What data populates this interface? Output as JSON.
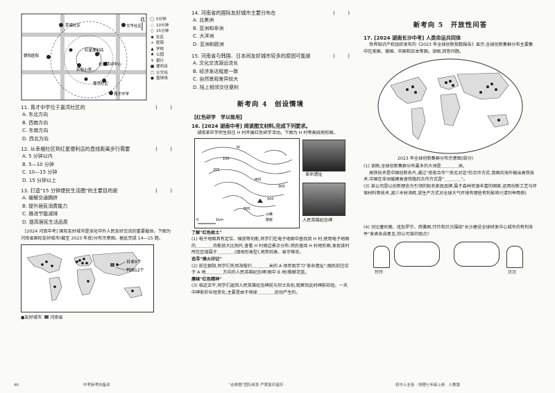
{
  "map1": {
    "labels": [
      "北",
      "朝阳医院",
      "红星便利店",
      "文华社区",
      "幸福社区",
      "实验小学",
      "社区活动中心",
      "嘉湾社区",
      "育才中学"
    ],
    "legend": [
      "5分钟",
      "10分钟",
      "15分钟",
      "社区",
      "医院",
      "学校",
      "公园",
      "银行",
      "便利店",
      "公交站",
      "篮球场"
    ]
  },
  "q11": {
    "stem": "11. 育才中学位于嘉湾社区的",
    "paren": "(        )",
    "options": [
      "A. 东北方向",
      "B. 西南方向",
      "C. 东南方向",
      "D. 西北方向"
    ]
  },
  "q12": {
    "stem": "12. 从幸福社区到红星便利店的直线距离步行需要",
    "paren": "(        )",
    "options": [
      "A. 5 分钟以内",
      "B. 5—10 分钟",
      "C. 10—15 分钟",
      "D. 15 分钟以上"
    ]
  },
  "q13": {
    "stem": "13. 打造\"15 分钟便民生活圈\"的主要目的是",
    "paren": "(        )",
    "options": [
      "A. 缓解交通拥挤",
      "B. 提升居民消费能力",
      "C. 推进节能减排",
      "D. 提高居民生活品质"
    ]
  },
  "intro14": "[2024 河南中考] 国际友好城市是深化中外人民友好交流的重要载体。下图为河南省国际友好城市(截至 2023 年底)分布示意图。据此完成 14—15 题。",
  "map2": {
    "japan": "日本9个",
    "korea": "韩国12个",
    "legend_city": "友好城市",
    "legend_prov": "河南省"
  },
  "q14": {
    "stem": "14. 河南省的国际友好城市主要分布在",
    "paren": "(        )",
    "options": [
      "A. 北美洲",
      "B. 亚洲和非洲",
      "C. 大洋洲",
      "D. 亚洲和欧洲"
    ]
  },
  "q15": {
    "stem": "15. 河南省与韩国、日本间友好城市较多的原因可能是",
    "paren": "(        )",
    "options": [
      "A. 文化交流源远流长",
      "B. 经济发达程度一致",
      "C. 自然景观差异较大",
      "D. 陆上相邻交往便利"
    ]
  },
  "sec4": {
    "title": "新考向 4　创设情境",
    "tag": "【红色研学　学以致用】"
  },
  "q16": {
    "stem": "16. [2024 湖南中考] 阅读图文材料,完成下列要求。",
    "material": "湖南某中学师生前往 H 村开展红色研学活动。下图为 H 村等高线地形图。",
    "map_labels": [
      "H",
      "山峰",
      "陡崖",
      "人民英雄纪念碑",
      "革命遗址",
      "300",
      "500",
      "200",
      "600",
      "400",
      "100",
      "0",
      "1km"
    ],
    "p1_title": "了解\"红色故土\"",
    "p1": "(1) 电子地图具有定位、缩放等功能,同学们在电子地图中查找到 H 村,使用电子地图的＿＿＿＿功能放大比例尺,查看 H 村周边景点分布;然后查阅 H 村地形图,发现该村所在区域属于＿＿＿＿(填地形类型),地势较高、易守难攻。",
    "p2_title": "追寻\"烽火印记\"",
    "p2": "(2) 前往朝阳,同学们先到海拔约＿＿＿＿米的 A 地参观学习\"革命遗址\";随后前往位于 A 地＿＿＿＿方向的人民英雄纪念碑(图中 B 地)敬献花篮。",
    "p3_title": "赓续\"红色精神\"",
    "p3": "(3) 临近正午,同学们返回人民英雄纪念碑前与烈士告别,观察到此时碑影较短。一天中碑影的长短变化,主要是由于地球＿＿＿＿运动产生的。"
  },
  "sec5": {
    "title": "新考向 5　开放性问答"
  },
  "q17": {
    "stem": "17. [2024 湖南长沙中考] 人类命运共同体",
    "material": "世界知识产权组织发布的《2023 年全球创新指数报告》显示,全球创新集群分布主要集中在美国、德国、中国和日本等国。读图,回答问题。",
    "map_title": "2023 年全球创新集群分布示意图(部分)",
    "p1": "(1) 读图,全球创新集群分布最多的大洲是＿＿＿＿洲。",
    "p2": "高铁技术是中国创新名片,通过\"南南合作\"\"南北对话\"的合作方式,我国向海外输出高铁技术,中国在非洲援建高速铁路的合作方式是\"＿＿＿＿\"。",
    "p3": "(3) 某公司是以创新理念为引领的知名家居品牌,属于森林资源丰富的国家,运用创新工艺与环保材料等技术,减少木材消耗,该生产方式对全球大气环境有哪些有利影响?(请列举两例)",
    "p4": "(4) 对比塞尼鹿、班加罗尔、西雅图,玲玲和贝贝围绕\"长沙建设全球研发中心城市的有利条件\"发表各自意见,你认可谁的观点?",
    "names": [
      "玲玲",
      "贝贝"
    ]
  },
  "footers": {
    "left_page": "46",
    "left": "中考新考向备训",
    "mid": "\"必刷题\"团队研发  严禁复印盗印",
    "right": "初中上全各 · 地理七年级上册 · 人教版"
  }
}
